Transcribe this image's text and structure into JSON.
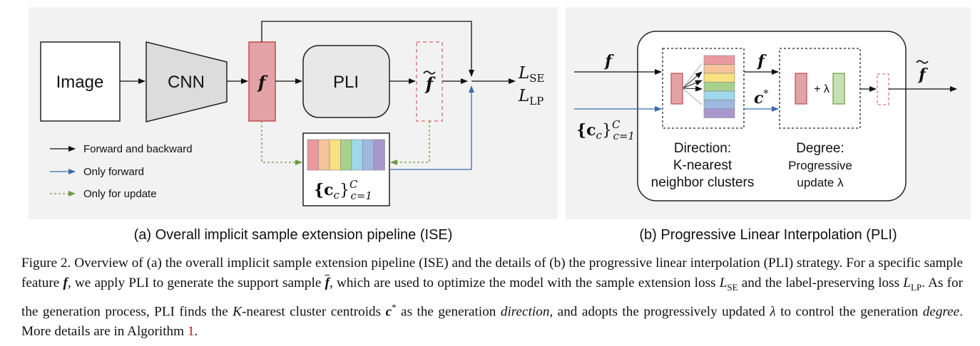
{
  "panel_a": {
    "image_label": "Image",
    "cnn_label": "CNN",
    "feature_label": "f",
    "pli_label": "PLI",
    "support_label": "f",
    "loss_se": "L",
    "loss_se_sub": "SE",
    "loss_lp": "L",
    "loss_lp_sub": "LP",
    "centroids_label": "{c",
    "centroids_sub": "c",
    "centroids_close": "}",
    "centroids_sup": "C",
    "centroids_range": "c=1",
    "legend": {
      "fwd_bwd": "Forward and backward",
      "fwd_only": "Only forward",
      "update_only": "Only for update"
    },
    "caption": "(a) Overall implicit sample extension pipeline (ISE)"
  },
  "panel_b": {
    "input_f": "f",
    "centroids_label": "{c",
    "centroids_sub": "c",
    "centroids_close": "}",
    "centroids_sup": "C",
    "centroids_range": "c=1",
    "mid_f": "f",
    "c_star": "c",
    "c_star_sup": "*",
    "plus_lambda": "+ λ",
    "output_f": "f",
    "direction_title": "Direction:",
    "direction_line2": "K-nearest",
    "direction_line3": "neighbor clusters",
    "degree_title": "Degree:",
    "degree_line2": "Progressive",
    "degree_line3": "update λ",
    "caption": "(b) Progressive Linear Interpolation (PLI)"
  },
  "colors": {
    "panel_bg": "#f2f2f2",
    "feature_fill": "#e3a3a6",
    "feature_stroke": "#c04a4f",
    "green_fill": "#c6e0b4",
    "blue_arrow": "#3a6bb0",
    "green_arrow": "#6d9a45",
    "strip": [
      "#e99a9e",
      "#f6c39a",
      "#f7e27f",
      "#a9d18e",
      "#9fd8ea",
      "#9fb8e0",
      "#a997cc"
    ]
  },
  "figure_caption": {
    "s1": "Figure 2.  Overview of (a) the overall implicit sample extension pipeline (ISE) and the details of (b) the progressive linear interpolation (PLI) strategy. For a specific sample feature ",
    "f1": "f",
    "s2": ", we apply PLI to generate the support sample ",
    "f2": "f",
    "s3": ", which are used to optimize the model with the sample extension loss ",
    "lse": "L",
    "lse_sub": "SE",
    "s4": " and the label-preserving loss ",
    "llp": "L",
    "llp_sub": "LP",
    "s5": ". As for the generation process, PLI finds the ",
    "k": "K",
    "s6": "-nearest cluster centroids ",
    "cstar": "c",
    "cstar_sup": "*",
    "s7": " as the generation ",
    "direction": "direction",
    "s8": ", and adopts the progressively updated ",
    "lambda": "λ",
    "s9": " to control the generation ",
    "degree": "degree",
    "s10": ". More details are in Algorithm ",
    "alg": "1",
    "s11": "."
  }
}
